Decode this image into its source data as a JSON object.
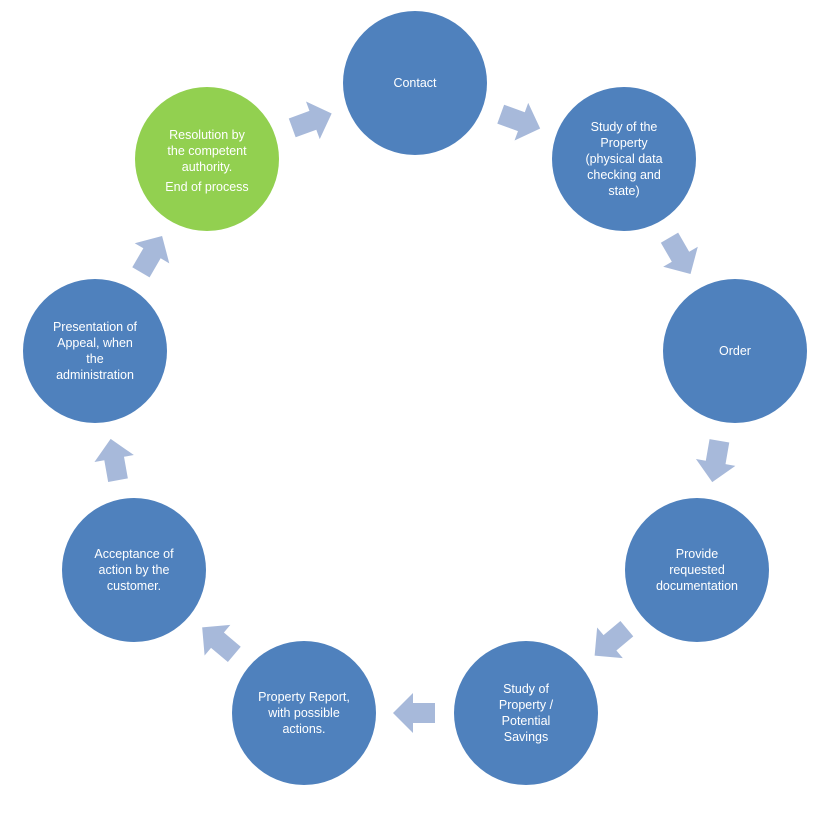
{
  "colors": {
    "step_fill": "#4f81bd",
    "final_step_fill": "#92d050",
    "arrow_fill": "#a7b9da",
    "text": "#ffffff"
  },
  "steps": [
    {
      "lines": [
        "Contact"
      ]
    },
    {
      "lines": [
        "Study of the",
        "Property",
        "(physical data",
        "checking and",
        "state)"
      ]
    },
    {
      "lines": [
        "Order"
      ]
    },
    {
      "lines": [
        "Provide",
        "requested",
        "documentation"
      ]
    },
    {
      "lines": [
        "Study of",
        "Property /",
        "Potential",
        "Savings"
      ]
    },
    {
      "lines": [
        "Property Report,",
        "with possible",
        "actions."
      ]
    },
    {
      "lines": [
        "Acceptance of",
        "action by the",
        "customer."
      ]
    },
    {
      "lines": [
        "Presentation of",
        "Appeal, when",
        "the",
        "administration"
      ]
    },
    {
      "lines": [
        "Resolution by",
        "the competent",
        "authority.",
        "End of process"
      ],
      "final": true
    }
  ]
}
